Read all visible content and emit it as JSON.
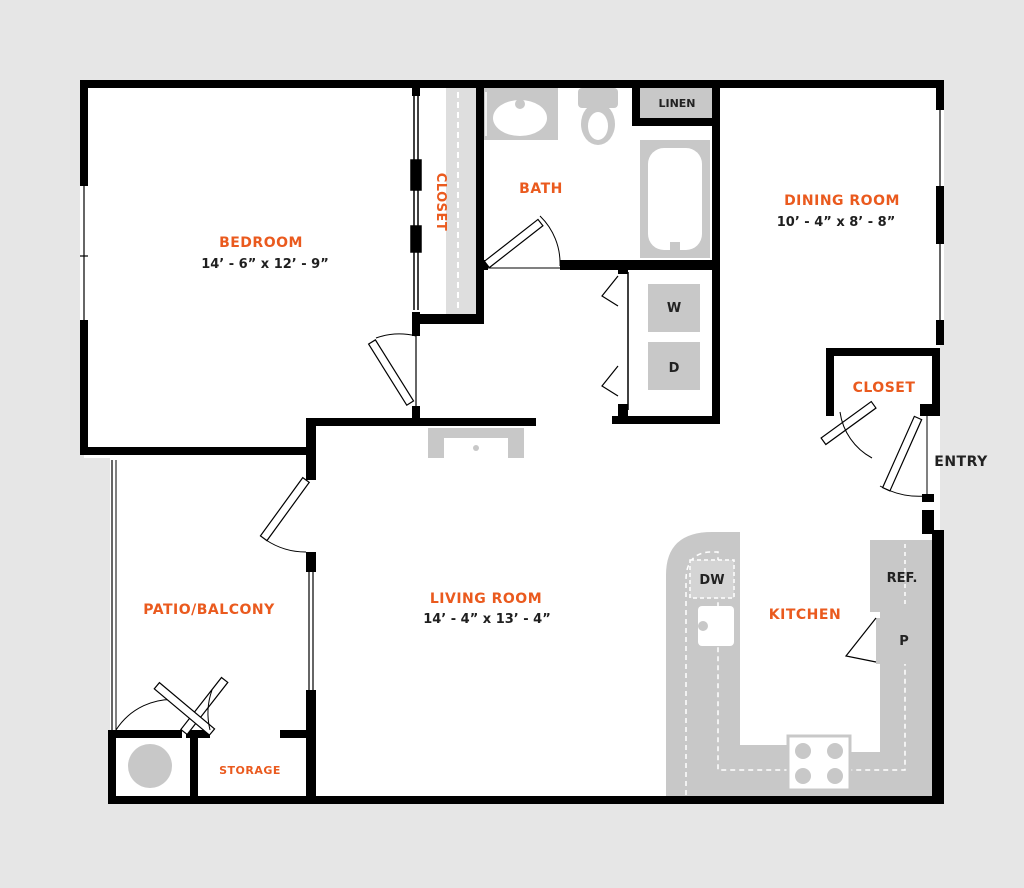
{
  "colors": {
    "background": "#e6e6e6",
    "floor": "#ffffff",
    "wall": "#000000",
    "fixture": "#c8c8c8",
    "room_label": "#ea5a1e",
    "text": "#222222"
  },
  "rooms": {
    "bedroom": {
      "name": "BEDROOM",
      "dims": "14’ - 6” x 12’ - 9”"
    },
    "bedroom_closet": {
      "name": "CLOSET"
    },
    "bath": {
      "name": "BATH"
    },
    "linen": {
      "name": "LINEN"
    },
    "dining": {
      "name": "DINING ROOM",
      "dims": "10’ - 4” x 8’ - 8”"
    },
    "entry_closet": {
      "name": "CLOSET"
    },
    "entry": {
      "name": "ENTRY"
    },
    "living": {
      "name": "LIVING ROOM",
      "dims": "14’ - 4” x 13’ - 4”"
    },
    "kitchen": {
      "name": "KITCHEN"
    },
    "patio": {
      "name": "PATIO/BALCONY"
    },
    "storage": {
      "name": "STORAGE"
    }
  },
  "appliances": {
    "washer": "W",
    "dryer": "D",
    "dishwasher": "DW",
    "refrigerator": "REF.",
    "pantry": "P"
  }
}
